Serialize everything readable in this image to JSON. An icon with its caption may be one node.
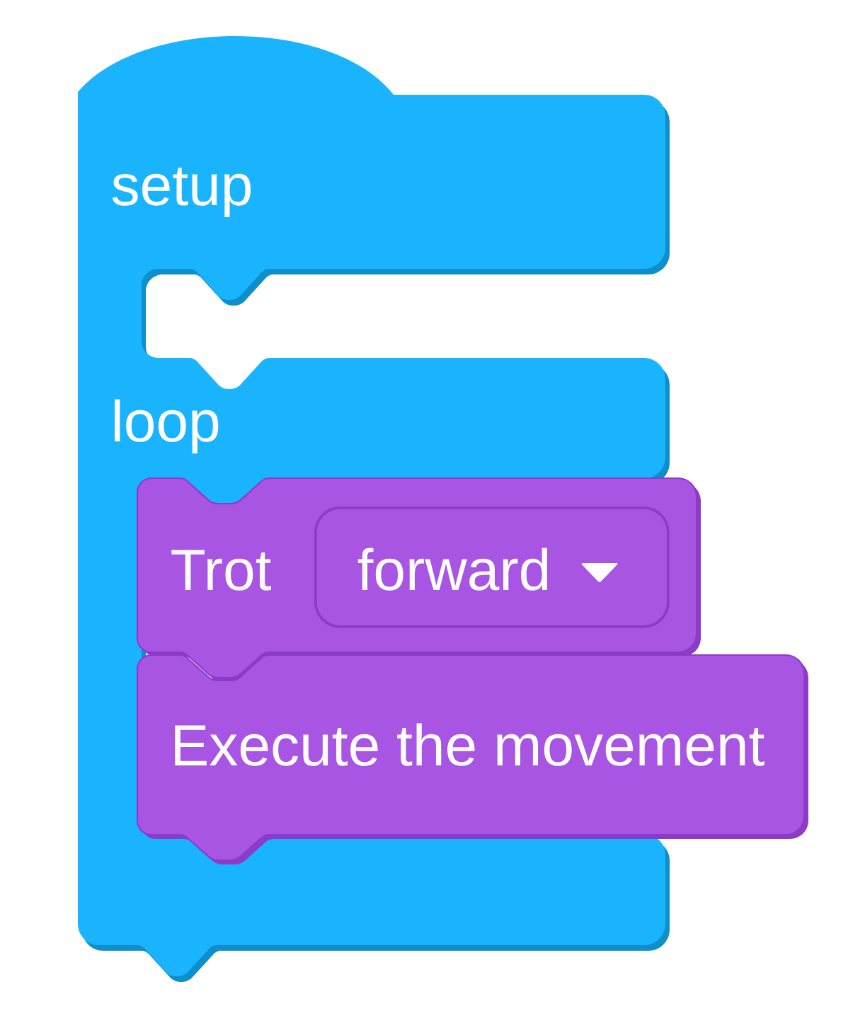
{
  "diagram": {
    "nodes": [
      {
        "text": [
          "setup",
          "loop"
        ]
      },
      {
        "text": [
          "Trot"
        ]
      },
      {
        "text": [
          "forward"
        ],
        "in": 1
      },
      {
        "text": [
          "Execute the movement"
        ]
      }
    ]
  }
}
